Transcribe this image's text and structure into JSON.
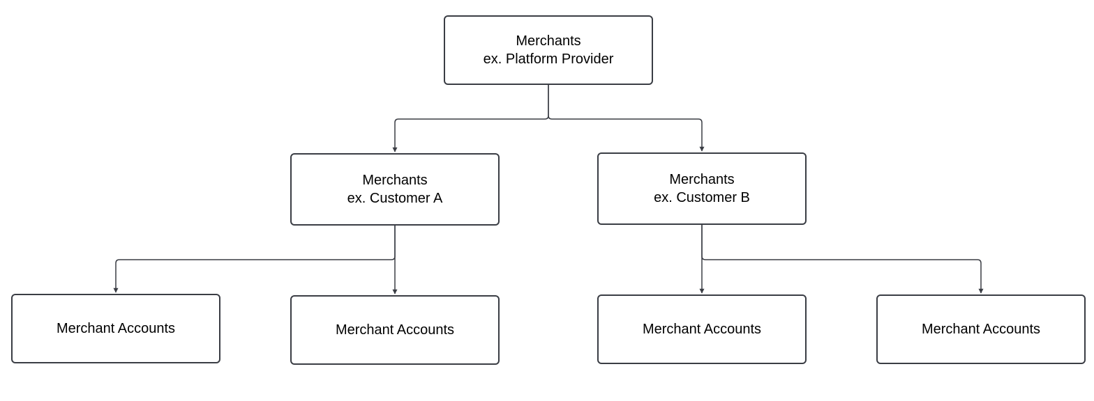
{
  "colors": {
    "box_border": "#3a3d44",
    "connector": "#3a3d44",
    "text": "#000000",
    "background": "#ffffff"
  },
  "nodes": {
    "root": {
      "line1": "Merchants",
      "line2": "ex. Platform Provider"
    },
    "customer_a": {
      "line1": "Merchants",
      "line2": "ex. Customer A"
    },
    "customer_b": {
      "line1": "Merchants",
      "line2": "ex. Customer B"
    },
    "accounts": [
      {
        "label": "Merchant Accounts"
      },
      {
        "label": "Merchant Accounts"
      },
      {
        "label": "Merchant Accounts"
      },
      {
        "label": "Merchant Accounts"
      }
    ]
  }
}
